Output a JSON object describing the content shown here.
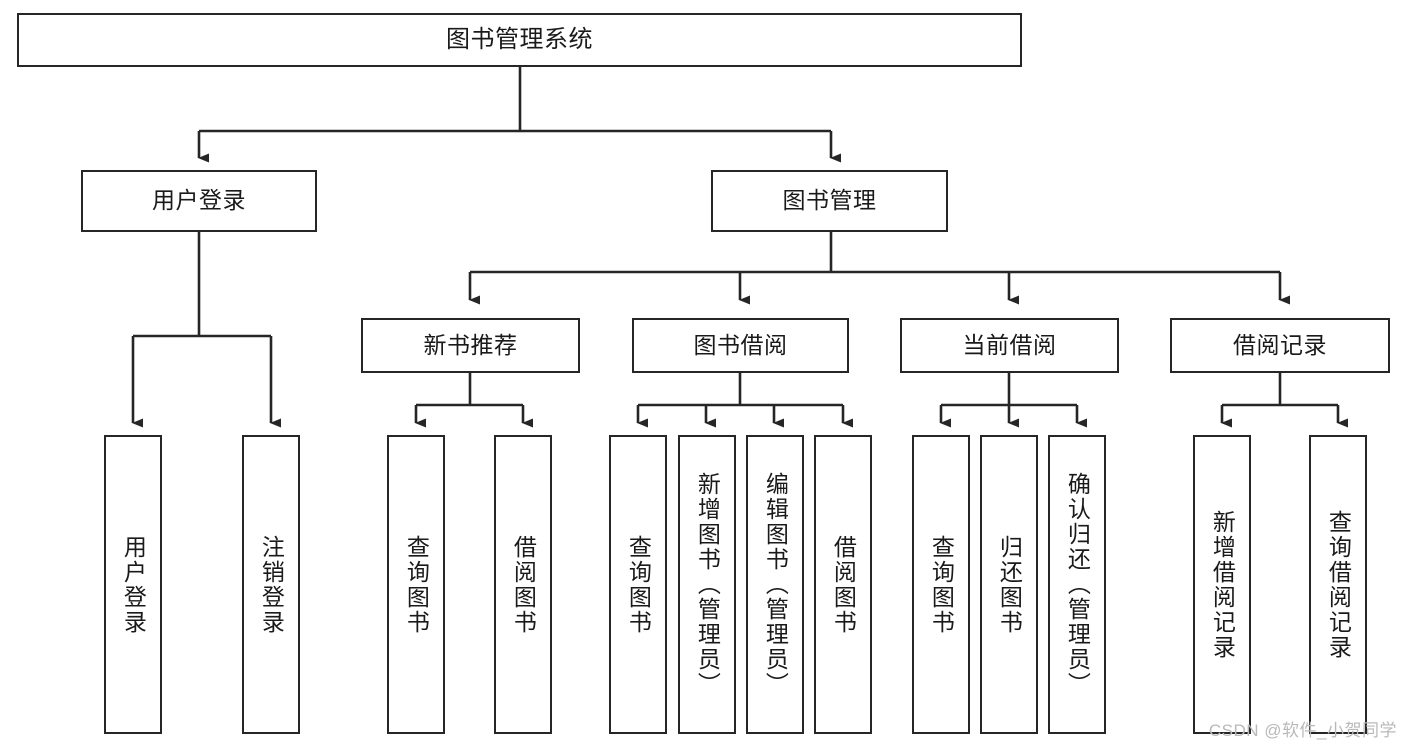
{
  "diagram": {
    "title": "图书管理系统",
    "type": "tree-hierarchy",
    "watermark": "CSDN @软件_小贺同学",
    "colors": {
      "stroke": "#262626",
      "fill": "#ffffff",
      "text": "#1a1a1a",
      "watermark": "#b9b9b9"
    },
    "nodes": {
      "root": {
        "label": "图书管理系统"
      },
      "level2": [
        {
          "id": "user-login",
          "label": "用户登录"
        },
        {
          "id": "book-manage",
          "label": "图书管理"
        }
      ],
      "level3": [
        {
          "id": "new-book-recommend",
          "label": "新书推荐"
        },
        {
          "id": "book-borrow",
          "label": "图书借阅"
        },
        {
          "id": "current-borrow",
          "label": "当前借阅"
        },
        {
          "id": "borrow-record",
          "label": "借阅记录"
        }
      ],
      "leaves": {
        "user_login": [
          {
            "id": "leaf-user-login",
            "label": "用户登录"
          },
          {
            "id": "leaf-logout",
            "label": "注销登录"
          }
        ],
        "new_book_recommend": [
          {
            "id": "leaf-query-book-1",
            "label": "查询图书"
          },
          {
            "id": "leaf-borrow-book-1",
            "label": "借阅图书"
          }
        ],
        "book_borrow": [
          {
            "id": "leaf-query-book-2",
            "label": "查询图书"
          },
          {
            "id": "leaf-add-book",
            "label": "新增图书（管理员）"
          },
          {
            "id": "leaf-edit-book",
            "label": "编辑图书（管理员）"
          },
          {
            "id": "leaf-borrow-book-2",
            "label": "借阅图书"
          }
        ],
        "current_borrow": [
          {
            "id": "leaf-query-book-3",
            "label": "查询图书"
          },
          {
            "id": "leaf-return-book",
            "label": "归还图书"
          },
          {
            "id": "leaf-confirm-return",
            "label": "确认归还（管理员）"
          }
        ],
        "borrow_record": [
          {
            "id": "leaf-add-record",
            "label": "新增借阅记录"
          },
          {
            "id": "leaf-query-record",
            "label": "查询借阅记录"
          }
        ]
      }
    }
  }
}
